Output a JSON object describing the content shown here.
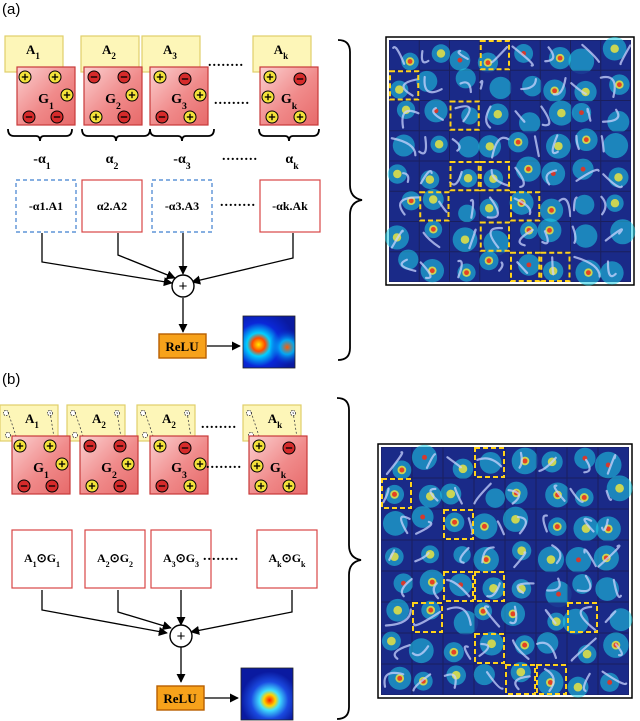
{
  "panel_a": {
    "label": "(a)",
    "activation_maps": [
      {
        "base": "A",
        "sub": "1"
      },
      {
        "base": "A",
        "sub": "2"
      },
      {
        "base": "A",
        "sub": "3"
      },
      {
        "base": "A",
        "sub": "k"
      }
    ],
    "gradients": [
      {
        "base": "G",
        "sub": "1"
      },
      {
        "base": "G",
        "sub": "2"
      },
      {
        "base": "G",
        "sub": "3"
      },
      {
        "base": "G",
        "sub": "k"
      }
    ],
    "weights": [
      {
        "sign": "-",
        "base": "α",
        "sub": "1"
      },
      {
        "sign": "",
        "base": "α",
        "sub": "2"
      },
      {
        "sign": "-",
        "base": "α",
        "sub": "3"
      },
      {
        "sign": "",
        "base": "α",
        "sub": "k"
      }
    ],
    "weighted_maps": [
      {
        "text": "-α1.A1",
        "negative": true
      },
      {
        "text": "α2.A2",
        "negative": false
      },
      {
        "text": "-α3.A3",
        "negative": true
      },
      {
        "text": "-αk.Ak",
        "negative": false
      }
    ],
    "ellipsis": "........",
    "sum_symbol": "+",
    "relu_label": "ReLU"
  },
  "panel_b": {
    "label": "(b)",
    "activation_maps": [
      {
        "base": "A",
        "sub": "1"
      },
      {
        "base": "A",
        "sub": "2"
      },
      {
        "base": "A",
        "sub": "2"
      },
      {
        "base": "A",
        "sub": "k"
      }
    ],
    "gradients": [
      {
        "base": "G",
        "sub": "1"
      },
      {
        "base": "G",
        "sub": "2"
      },
      {
        "base": "G",
        "sub": "3"
      },
      {
        "base": "G",
        "sub": "k"
      }
    ],
    "products": [
      {
        "a": "1",
        "g": "1"
      },
      {
        "a": "2",
        "g": "2"
      },
      {
        "a": "3",
        "g": "3"
      },
      {
        "a": "k",
        "g": "k"
      }
    ],
    "ellipsis": "........",
    "sum_symbol": "+",
    "relu_label": "ReLU"
  },
  "colors": {
    "activation_fill": "#fdf6b8",
    "activation_stroke": "#e0cf6a",
    "gradient_fill": "#f08a8a",
    "gradient_stroke": "#c83a3a",
    "plus_fill": "#f4e23a",
    "minus_fill": "#d62b2b",
    "relu_fill": "#f7a21b",
    "relu_stroke": "#b85f00",
    "box_red": "#d84545",
    "box_blue_dashed": "#3f7fcf",
    "grid_bg": "#1a1f5e",
    "highlight_dashed": "#ffd21a"
  }
}
